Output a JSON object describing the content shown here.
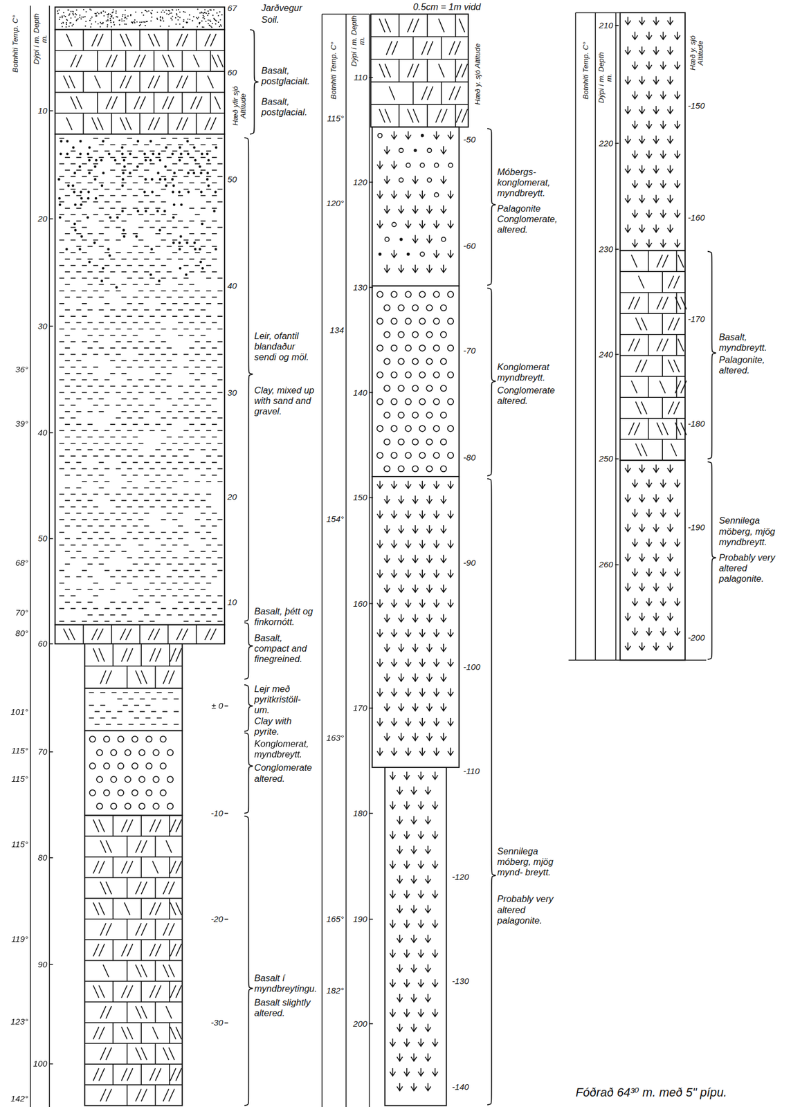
{
  "diagram": {
    "labels": [
      "0.5cm = 1m vidd",
      "Botnhiti Temp. C°",
      "Dýpi í m. Depth m.",
      "Hæð yfir sjó Altitude",
      "67",
      "Jarðvegur",
      "Soil.",
      "60",
      "Basalt, postglacialt.",
      "Basalt, postglacial.",
      "10",
      "50",
      "20",
      "40",
      "30",
      "Leir, ofantil blandaður sendi og möl.",
      "36°",
      "30",
      "Clay, mixed up with sand and gravel.",
      "39°",
      "40",
      "20",
      "50",
      "68°",
      "70°",
      "10",
      "Basalt, þétt og finkornótt.",
      "80°",
      "Basalt, compact and finegreined.",
      "60",
      "101°",
      "± 0",
      "Lejr með pyritkristöll- um.",
      "Clay with pyrite.",
      "115°",
      "70",
      "Konglomerat, myndbreytt.",
      "115°",
      "Conglomerate altered.",
      "-10",
      "115°",
      "80",
      "-20",
      "119°",
      "90",
      "Basalt í myndbreytingu.",
      "Basalt slightly altered.",
      "123°",
      "-30",
      "100",
      "142°",
      "Botnhiti Temp. C°",
      "Dýpi í m. Depth m.",
      "Hæð y. sjó Altitude",
      "110",
      "115°",
      "-50",
      "120",
      "Móbergs- konglomerat, myndbreytt.",
      "120°",
      "Palagonite Conglomerate, altered.",
      "-60",
      "130",
      "134",
      "-70",
      "Konglomerat myndbreytt.",
      "Conglomerate altered.",
      "140",
      "-80",
      "150",
      "154°",
      "-90",
      "160",
      "-100",
      "170",
      "163°",
      "-110",
      "180",
      "Sennilega móberg, mjög mynd- breytt.",
      "-120",
      "Probably very altered palagonite.",
      "165°",
      "190",
      "182°",
      "-130",
      "200",
      "-140",
      "Botnhiti Temp. C°",
      "Dýpi í m. Depth m.",
      "Hæð y. sjó Altitude",
      "210",
      "-150",
      "220",
      "-160",
      "230",
      "-170",
      "Basalt, myndbreytt.",
      "Palagonite, altered.",
      "240",
      "-180",
      "250",
      "-190",
      "Sennilega möberg, mjög myndbreytt.",
      "260",
      "Probably very altered palagonite.",
      "-200",
      "Fóðrað 64³⁰ m. með 5\" pípu."
    ]
  }
}
